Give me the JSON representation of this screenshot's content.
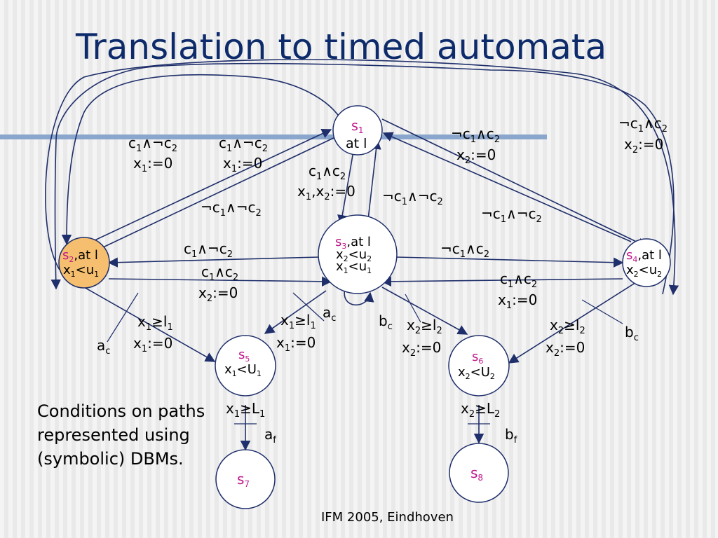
{
  "slide": {
    "title": "Translation to timed automata",
    "footer": "IFM 2005, Eindhoven",
    "note": "Conditions on paths represented using (symbolic) DBMs."
  },
  "nodes": {
    "s1": {
      "name": "s",
      "sub": "1",
      "line2": "at l"
    },
    "s2": {
      "name": "s",
      "sub": "2",
      "rest": ",at l",
      "line2": "x",
      "line2_sub": "1",
      "line2_rest": "<u",
      "line2_sub2": "1"
    },
    "s3": {
      "name": "s",
      "sub": "3",
      "rest": ",at l",
      "line2": "x",
      "line2_sub": "2",
      "line2_rest": "<u",
      "line2_sub2": "2",
      "line3": "x",
      "line3_sub": "1",
      "line3_rest": "<u",
      "line3_sub2": "1"
    },
    "s4": {
      "name": "s",
      "sub": "4",
      "rest": ",at l",
      "line2": "x",
      "line2_sub": "2",
      "line2_rest": "<u",
      "line2_sub2": "2"
    },
    "s5": {
      "name": "s",
      "sub": "5",
      "line2": "x",
      "line2_sub": "1",
      "line2_rest": "<U",
      "line2_sub2": "1"
    },
    "s6": {
      "name": "s",
      "sub": "6",
      "line2": "x",
      "line2_sub": "2",
      "line2_rest": "<U",
      "line2_sub2": "2"
    },
    "s7": {
      "name": "s",
      "sub": "7"
    },
    "s8": {
      "name": "s",
      "sub": "8"
    }
  },
  "colors": {
    "title": "#0d2b6b",
    "state_name": "#c0168b",
    "highlight_fill": "#f5bf6f",
    "rule": "#8aa6cd",
    "edge": "#1f2f6b"
  },
  "labels": {
    "neg": "¬",
    "and": "∧",
    "geq": "≥",
    "c": "c",
    "x": "x",
    "l": "l",
    "L": "L",
    "reset": ":=0",
    "one": "1",
    "two": "2",
    "a": "a",
    "b": "b",
    "sub_c": "c",
    "sub_f": "f",
    "comma": ","
  }
}
